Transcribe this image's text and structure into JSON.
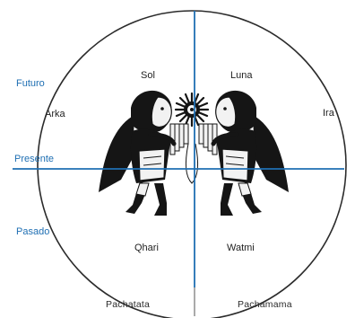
{
  "colors": {
    "axis": "#1f6fb3",
    "circle": "#2b2b2b",
    "figure_dark": "#151515",
    "figure_light": "#f2f2f2",
    "time_label": "#1f6fb3"
  },
  "time_labels": {
    "future": "Futuro",
    "present": "Presente",
    "past": "Pasado"
  },
  "quadrants": {
    "top_left": "Sol",
    "top_right": "Luna",
    "bottom_left": "Qhari",
    "bottom_right": "Watmi"
  },
  "sides": {
    "left": "Arka",
    "right": "Ira"
  },
  "bottom": {
    "left": "Pachatata",
    "right": "Pachamama"
  },
  "icons": {
    "center_symbol": "sun-star-icon",
    "left_figure": "musician-figure-icon",
    "right_figure": "musician-figure-icon"
  }
}
